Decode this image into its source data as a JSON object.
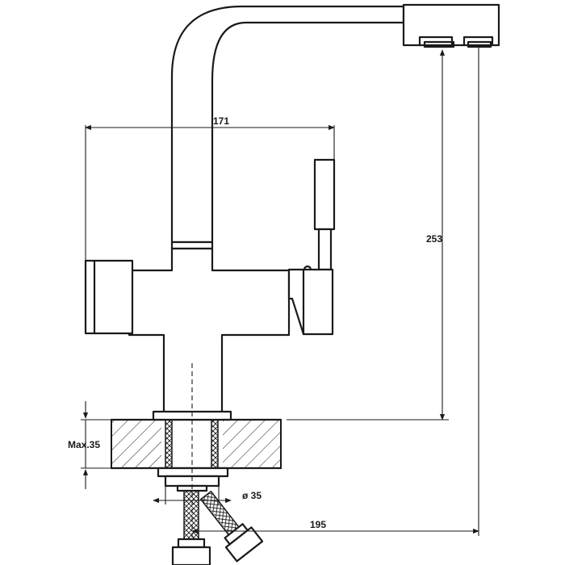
{
  "dimensions": {
    "body_width": "171",
    "spout_height": "253",
    "max_thickness": "Max.35",
    "hole_diameter": "ø 35",
    "spout_reach": "195"
  },
  "colors": {
    "line": "#1a1a1a",
    "background": "#ffffff"
  }
}
